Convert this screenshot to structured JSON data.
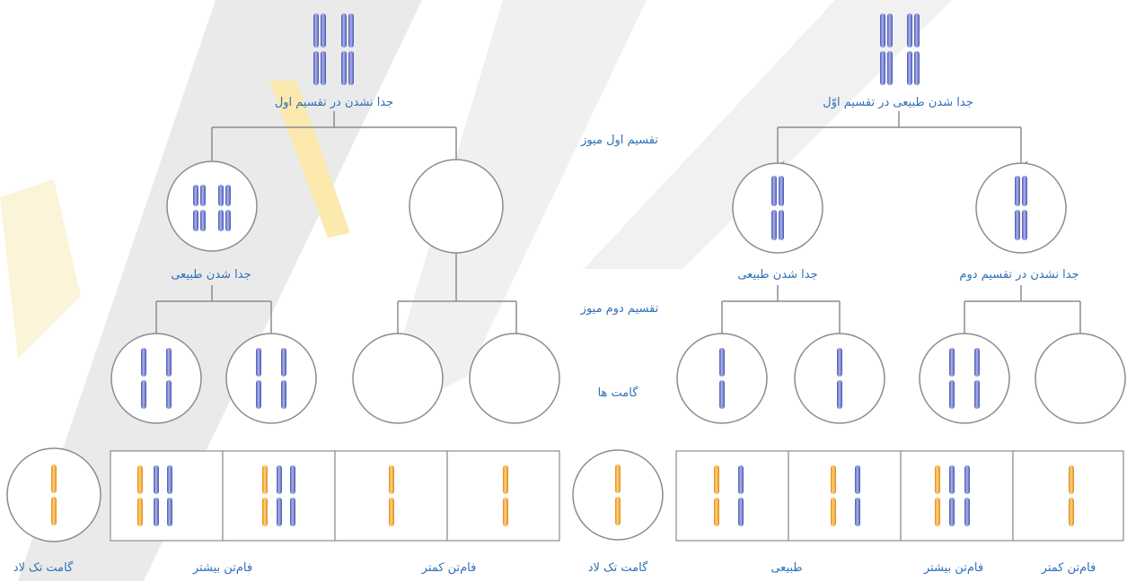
{
  "title": "",
  "colors": {
    "line": "#8c8c8c",
    "label_blue": "#2e6fb7",
    "chrom_blue": "#6673c9",
    "chrom_orange": "#f0a53a",
    "watermark": "#e8e8e8",
    "watermark_yellow": "#f7c61f"
  },
  "left_tree": {
    "top_label": "جدا نشدن در تقسیم اول",
    "mid_label": "جدا شدن طبیعی",
    "bottom_labels": {
      "single_gamete": "گامت تک لاد",
      "more": "فام‌تن بیشتر",
      "less": "فام‌تن کمتر"
    }
  },
  "right_tree": {
    "top_label": "جدا شدن طبیعی در تقسیم اوّل",
    "mid_left_label": "جدا شدن طبیعی",
    "mid_right_label": "جدا نشدن در تقسیم دوم",
    "bottom_labels": {
      "single_gamete": "گامت تک لاد",
      "normal": "طبیعی",
      "more": "فام‌تن بیشتر",
      "less": "فام‌تن کمتر"
    }
  },
  "center_labels": {
    "meiosis1": "تقسیم اول میوز",
    "meiosis2": "تقسیم دوم میوز",
    "gametes": "گامت ها"
  }
}
